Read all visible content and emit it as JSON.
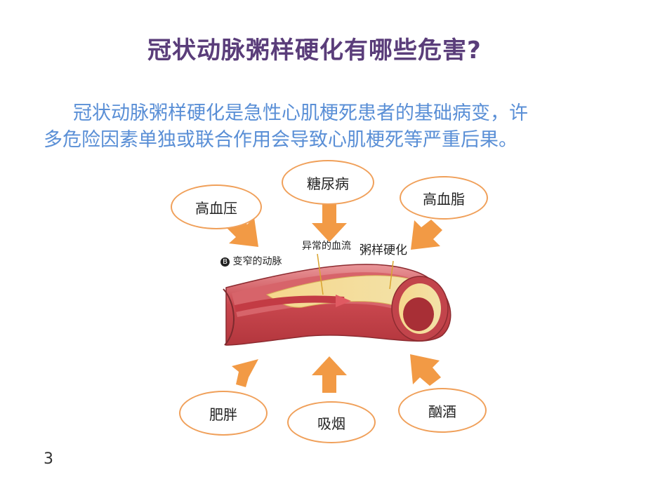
{
  "slide": {
    "title": "冠状动脉粥样硬化有哪些危害?",
    "paragraph_line1": "冠状动脉粥样硬化是急性心肌梗死患者的基础病变，许",
    "paragraph_line2": "多危险因素单独或联合作用会导致心肌梗死等严重后果。",
    "page_number": "3"
  },
  "risk_factors": {
    "hypertension": "高血压",
    "diabetes": "糖尿病",
    "hyperlipidemia": "高血脂",
    "obesity": "肥胖",
    "smoking": "吸烟",
    "alcohol": "酗酒"
  },
  "artery_labels": {
    "narrowed_artery": "变窄的动脉",
    "narrowed_marker": "B",
    "abnormal_flow": "异常的血流",
    "atherosclerosis": "粥样硬化"
  },
  "colors": {
    "title": "#5a3d7a",
    "paragraph": "#5a8fd6",
    "bubble_border": "#f0a05a",
    "arrow": "#f29a45"
  }
}
